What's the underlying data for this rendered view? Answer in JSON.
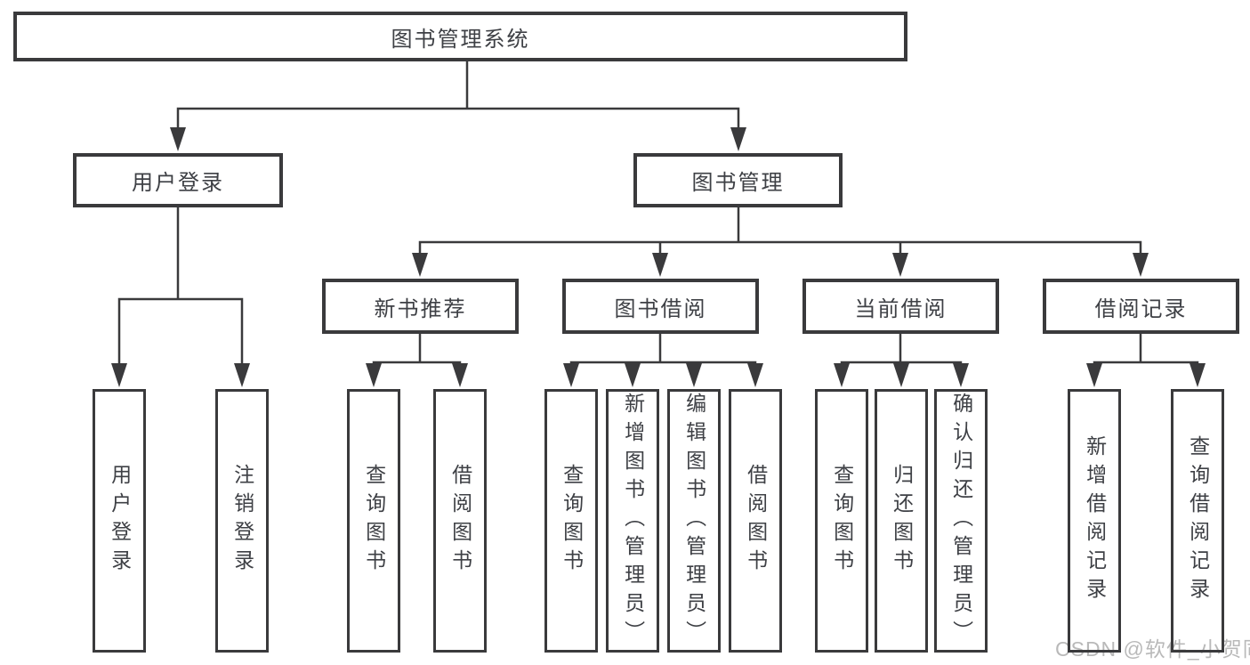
{
  "tree": {
    "label": "图书管理系统",
    "children": [
      {
        "label": "用户登录",
        "children": [
          {
            "label": "用户登录"
          },
          {
            "label": "注销登录"
          }
        ]
      },
      {
        "label": "图书管理",
        "children": [
          {
            "label": "新书推荐",
            "children": [
              {
                "label": "查询图书"
              },
              {
                "label": "借阅图书"
              }
            ]
          },
          {
            "label": "图书借阅",
            "children": [
              {
                "label": "查询图书"
              },
              {
                "label": "新增图书（管理员）"
              },
              {
                "label": "编辑图书（管理员）"
              },
              {
                "label": "借阅图书"
              }
            ]
          },
          {
            "label": "当前借阅",
            "children": [
              {
                "label": "查询图书"
              },
              {
                "label": "归还图书"
              },
              {
                "label": "确认归还（管理员）"
              }
            ]
          },
          {
            "label": "借阅记录",
            "children": [
              {
                "label": "新增借阅记录"
              },
              {
                "label": "查询借阅记录"
              }
            ]
          }
        ]
      }
    ]
  },
  "watermark": {
    "text": "CSDN @软件_小贺同学",
    "color": "#b9b9b9"
  },
  "colors": {
    "line": "#3a3a3c",
    "box_border": "#3a3a3c",
    "text": "#3e4045",
    "background": "#ffffff"
  }
}
